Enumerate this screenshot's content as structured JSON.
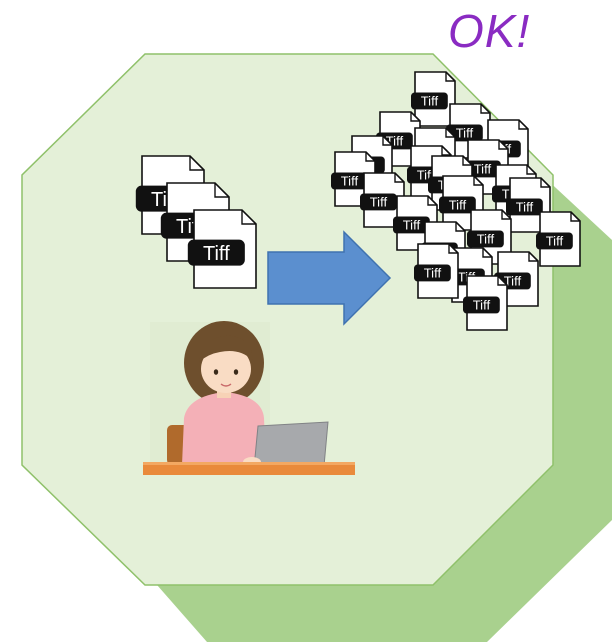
{
  "ok_label": "OK!",
  "file_label": "Tiff",
  "colors": {
    "octagon_fill": "#e4f0d8",
    "octagon_stroke": "#8fc16a",
    "octagon_shadow": "#a9d18e",
    "arrow": "#5b8fcf",
    "ok_text": "#8a2bc2"
  },
  "icons": [
    "tiff-file-icon",
    "right-arrow-icon",
    "person-at-laptop-icon"
  ],
  "input_file_count": 3,
  "output_file_count": 22
}
